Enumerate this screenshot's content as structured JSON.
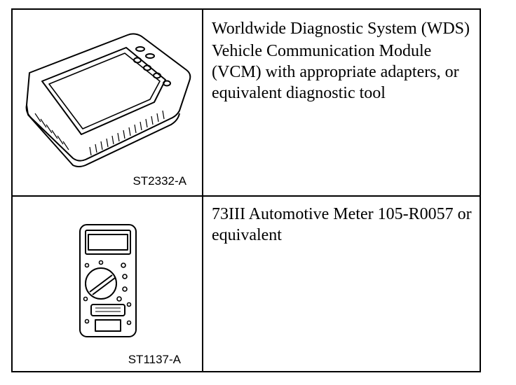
{
  "rows": [
    {
      "caption": "ST2332-A",
      "icon": "diagnostic-tablet-illustration",
      "lines": [
        "Worldwide Diagnostic System (WDS)",
        "Vehicle Communication Module (VCM) with appropriate adapters, or equivalent diagnostic tool"
      ]
    },
    {
      "caption": "ST1137-A",
      "icon": "multimeter-illustration",
      "lines": [
        "73III Automotive Meter 105-R0057 or equivalent"
      ]
    }
  ]
}
